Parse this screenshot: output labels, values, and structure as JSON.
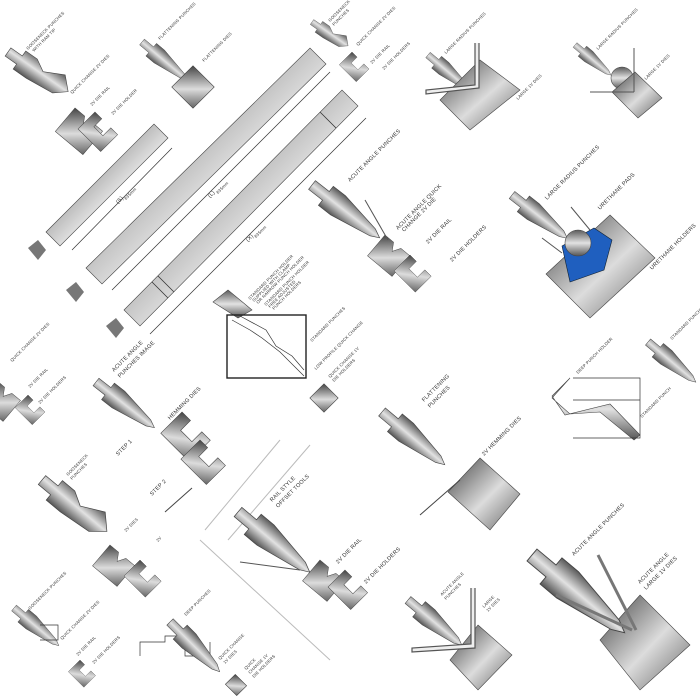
{
  "colors": {
    "steel_dark": "#4a4a4a",
    "steel_light": "#e6e6e6",
    "urethane": "#1f5fbf",
    "line": "#333333"
  },
  "tools": {
    "gooseneck_top": {
      "l1": "GOOSENECK PUNCHES",
      "l2": "WITH RAM TIP",
      "l3": "QUICK CHANGE 2V DIES",
      "l4": "2V DIE RAIL",
      "l5": "2V DIE HOLDER"
    },
    "flattening_top": {
      "l1": "FLATTENING PUNCHES",
      "l2": "FLATTENING DIES"
    },
    "top_middle": {
      "l1": "GOOSENECK",
      "l2": "PUNCHES",
      "l3": "QUICK CHANGE 2V DIES",
      "l4": "2V DIE RAIL",
      "l5": "2V DIE HOLDERS"
    },
    "large_radius_1": {
      "l1": "LARGE RADIUS PUNCHES",
      "l2": "LARGE 1V DIES"
    },
    "large_radius_2": {
      "l1": "LARGE RADIUS PUNCHES",
      "l2": "LARGE 1V DIES"
    },
    "bars": {
      "s": "(S)",
      "l": "(L)",
      "x": "(X)",
      "s_len": "835mm",
      "l_len": "835mm",
      "x_len": "835mm"
    },
    "acute_quick": {
      "l1": "ACUTE ANGLE PUNCHES",
      "l2": "ACUTE ANGLE QUICK",
      "l3": "CHANGE 2V DIE",
      "l4": "2V DIE RAIL",
      "l5": "2V DIE HOLDERS"
    },
    "urethane": {
      "l1": "LARGE RADIUS PUNCHES",
      "l2": "URETHANE PADS",
      "l3": "URETHANE HOLDERS"
    },
    "punch_holder": {
      "l1": "STANDARD PUNCH HOLDER",
      "l2": "SUPPLIED WITH CLAMP",
      "l3": "OR NARROW PUNCH HOLDER",
      "l4": "STANDARD PUNCH HOLDER",
      "l5": "FREE ADJUSTED",
      "l6": "PUNCH HOLDERS",
      "l7": "STANDARD PUNCHES",
      "l8": "LOW PROFILE QUICK CHANGE",
      "l9": "QUICK CHANGE 1V",
      "l10": "DIE HOLDERS"
    },
    "left_edge": {
      "l1": "QUICK CHANGE 2V DIES",
      "l2": "2V DIE RAIL",
      "l3": "2V DIE HOLDERS"
    },
    "hemming": {
      "l1": "ACUTE ANGLE",
      "l2": "PUNCHES IMAGE",
      "l3": "HEMMING DIES",
      "step1": "STEP 1",
      "step2": "STEP 2"
    },
    "gooseneck_mid": {
      "l1": "GOOSENECK",
      "l2": "PUNCHES",
      "l3": "2V DIES",
      "l4": "2V"
    },
    "rail_style": {
      "l1": "RAIL STYLE",
      "l2": "OFFSET TOOLS",
      "l3": "2V DIE RAIL",
      "l4": "2V DIE HOLDERS"
    },
    "flattening_mid": {
      "l1": "FLATTENING",
      "l2": "PUNCHES",
      "l3": "2V HEMMING DIES"
    },
    "deep_holder": {
      "l1": "DEEP PUNCH HOLDER",
      "l2": "STANDARD PUNCH"
    },
    "standard_right": {
      "l1": "STANDARD PUNCHES"
    },
    "acute_small": {
      "l1": "ACUTE ANGLE",
      "l2": "PUNCHES",
      "l3": "LARGE",
      "l4": "1V DIES"
    },
    "acute_large": {
      "l1": "ACUTE ANGLE PUNCHES",
      "l2": "ACUTE ANGLE",
      "l3": "LARGE 1V DIES"
    },
    "bottom_left": {
      "l1": "GOOSENECK PUNCHES",
      "l2": "QUICK CHANGE 2V DIES",
      "l3": "2V DIE RAIL",
      "l4": "2V DIE HOLDERS"
    },
    "bottom_mid": {
      "l1": "DEEP PUNCHES",
      "l2": "QUICK CHANGE",
      "l3": "1V DIES",
      "l4": "QUICK",
      "l5": "CHANGE 1V",
      "l6": "DIE HOLDERS"
    }
  }
}
